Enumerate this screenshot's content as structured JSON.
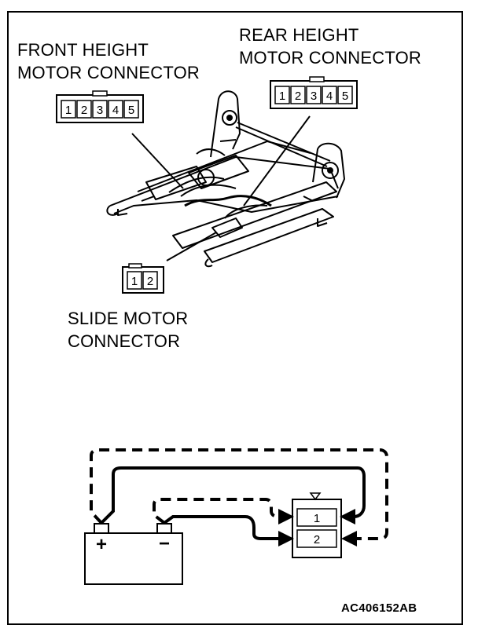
{
  "labels": {
    "front_height": [
      "FRONT HEIGHT",
      "MOTOR CONNECTOR"
    ],
    "rear_height": [
      "REAR HEIGHT",
      "MOTOR CONNECTOR"
    ],
    "slide_motor": [
      "SLIDE MOTOR",
      "CONNECTOR"
    ]
  },
  "connectors": {
    "front": [
      "1",
      "2",
      "3",
      "4",
      "5"
    ],
    "rear": [
      "1",
      "2",
      "3",
      "4",
      "5"
    ],
    "slide": [
      "1",
      "2"
    ],
    "test_terminals": [
      "1",
      "2"
    ]
  },
  "battery": {
    "positive": "+",
    "negative": "−"
  },
  "figure_code": "AC406152AB"
}
